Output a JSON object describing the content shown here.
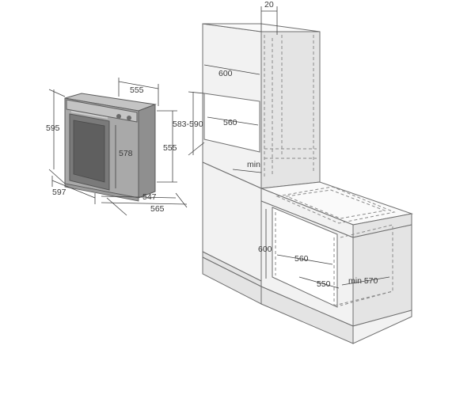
{
  "labels": {
    "oven_width": "555",
    "oven_height": "595",
    "oven_inner_height": "578",
    "oven_side_height": "555",
    "oven_front_width": "597",
    "oven_depth_inner": "547",
    "oven_depth_outer": "565",
    "tall_offset": "20",
    "tall_width": "600",
    "tall_niche_height": "583-590",
    "tall_niche_width": "560",
    "tall_min": "min",
    "base_height": "600",
    "base_niche_width": "560",
    "base_niche_depth": "550",
    "base_min_depth": "min 570"
  },
  "colors": {
    "cabinet_fill": "#f2f2f2",
    "cabinet_stroke": "#6e6e6e",
    "oven_body": "#8f8f8f",
    "dimension_line": "#444444"
  }
}
